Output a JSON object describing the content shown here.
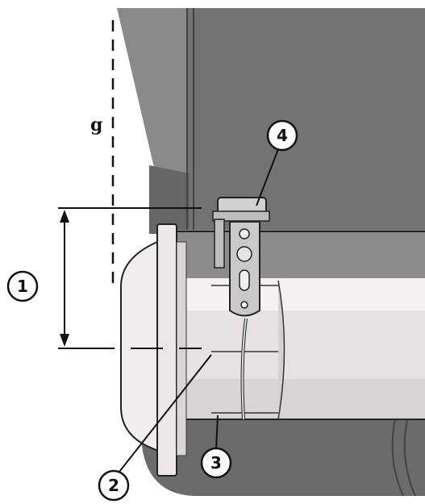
{
  "labels": {
    "g": "g",
    "callout_1": "1",
    "callout_2": "2",
    "callout_3": "3",
    "callout_4": "4"
  },
  "colors": {
    "bin_body": "#7a7a7a",
    "bin_dark": "#555555",
    "drum_light": "#e8e4e6",
    "flange": "#f2eff0",
    "wheel": "#6e6e6e",
    "outline": "#1a1a1a"
  }
}
